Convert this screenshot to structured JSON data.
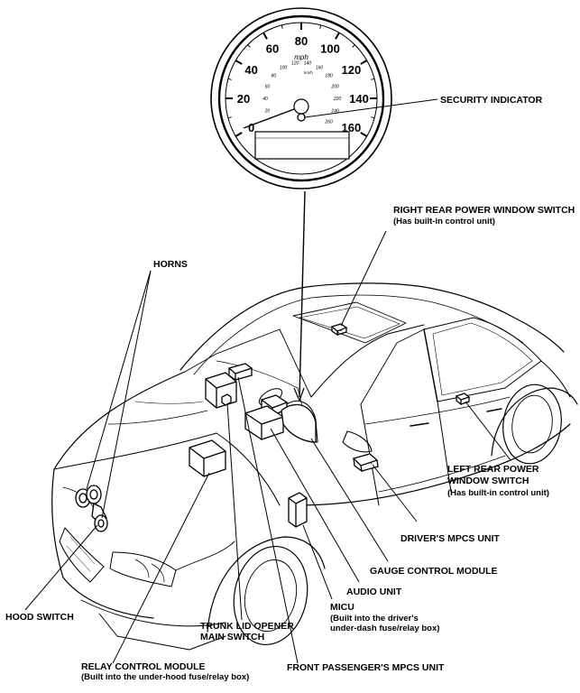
{
  "gauge": {
    "unit_mph": "mph",
    "unit_kmh": "km/h",
    "major_ticks": [
      "0",
      "20",
      "40",
      "60",
      "80",
      "100",
      "120",
      "140",
      "160"
    ],
    "minor_ticks": [
      "20",
      "40",
      "60",
      "80",
      "100",
      "120",
      "140",
      "160",
      "180",
      "200",
      "220",
      "240",
      "260"
    ]
  },
  "labels": {
    "security_indicator": "SECURITY INDICATOR",
    "right_rear_window_switch": {
      "title": "RIGHT REAR POWER WINDOW SWITCH",
      "sub": "(Has built-in control unit)"
    },
    "horns": "HORNS",
    "left_rear_window_switch": {
      "line1": "LEFT REAR POWER",
      "line2": "WINDOW SWITCH",
      "sub": "(Has built-in control unit)"
    },
    "drivers_mpcs_unit": "DRIVER'S MPCS UNIT",
    "gauge_control_module": "GAUGE CONTROL MODULE",
    "audio_unit": "AUDIO UNIT",
    "micu": {
      "title": "MICU",
      "sub1": "(Built into the driver's",
      "sub2": "under-dash fuse/relay box)"
    },
    "hood_switch": "HOOD SWITCH",
    "trunk_lid_opener": {
      "line1": "TRUNK LID OPENER",
      "line2": "MAIN SWITCH"
    },
    "relay_control_module": {
      "title": "RELAY CONTROL MODULE",
      "sub": "(Built into the under-hood fuse/relay box)"
    },
    "front_passenger_mpcs_unit": "FRONT PASSENGER'S MPCS UNIT"
  }
}
